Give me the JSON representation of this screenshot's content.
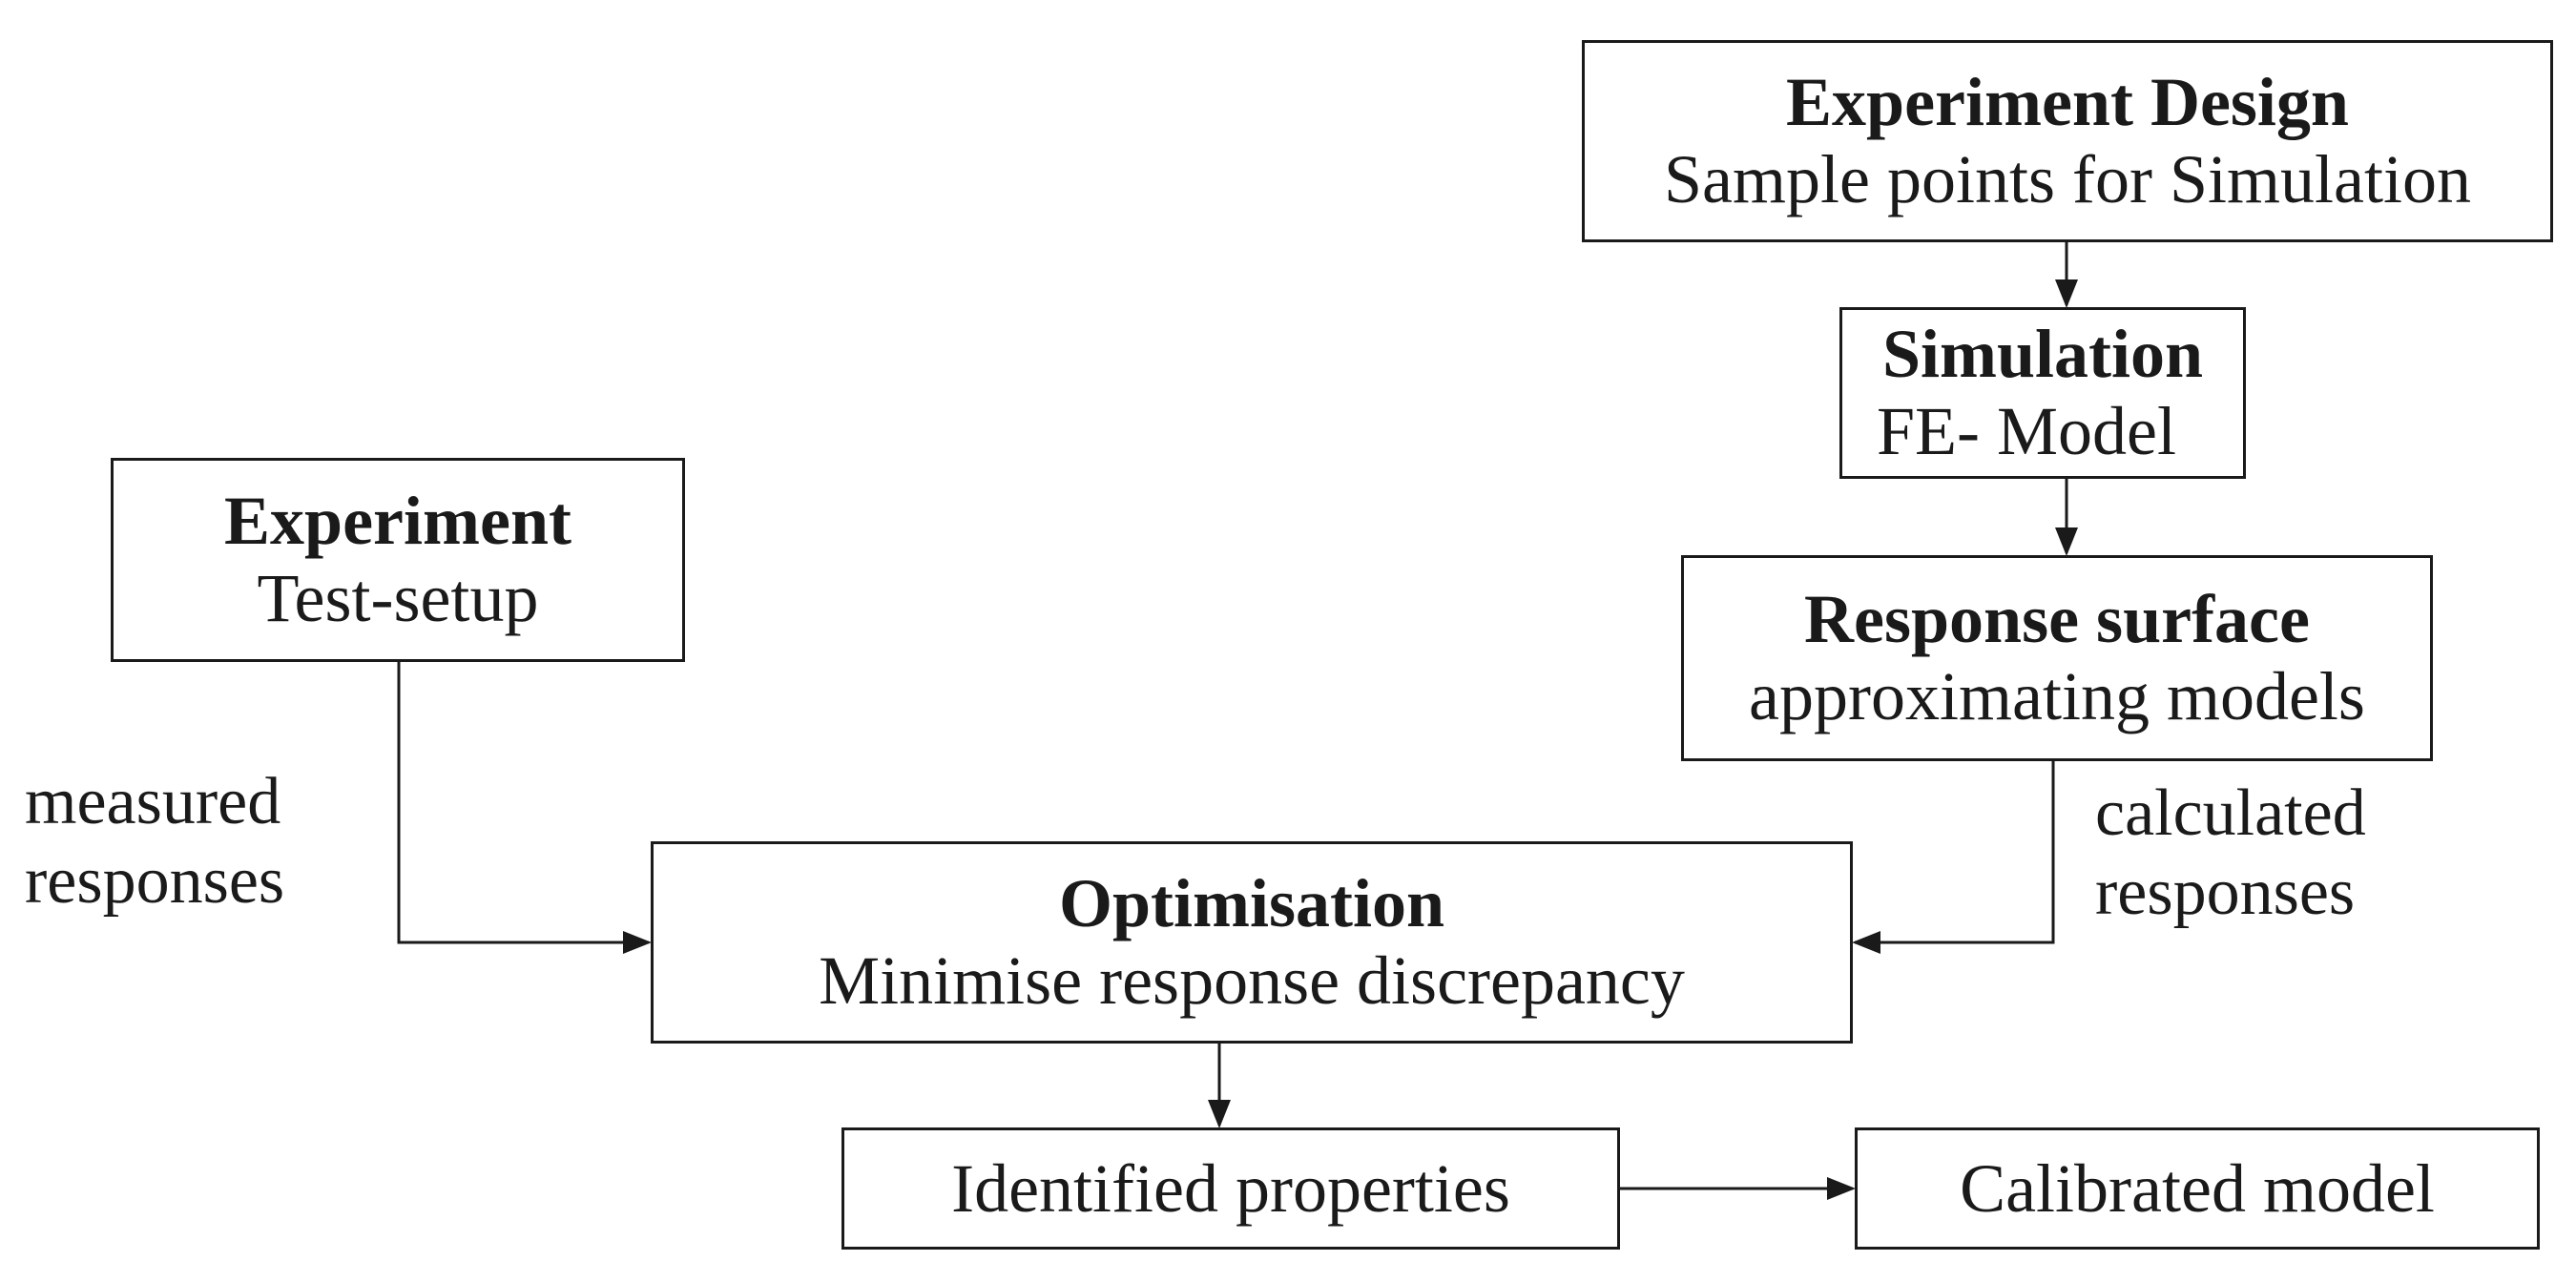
{
  "boxes": {
    "experiment_design": {
      "title": "Experiment Design",
      "subtitle": "Sample points for Simulation"
    },
    "simulation": {
      "title": "Simulation",
      "subtitle": "FE- Model"
    },
    "response_surface": {
      "title": "Response surface",
      "subtitle": "approximating models"
    },
    "experiment": {
      "title": "Experiment",
      "subtitle": "Test-setup"
    },
    "optimisation": {
      "title": "Optimisation",
      "subtitle": "Minimise response discrepancy"
    },
    "identified": {
      "label": "Identified properties"
    },
    "calibrated": {
      "label": "Calibrated model"
    }
  },
  "edge_labels": {
    "measured": [
      "measured",
      "responses"
    ],
    "calculated": [
      "calculated",
      "responses"
    ]
  }
}
